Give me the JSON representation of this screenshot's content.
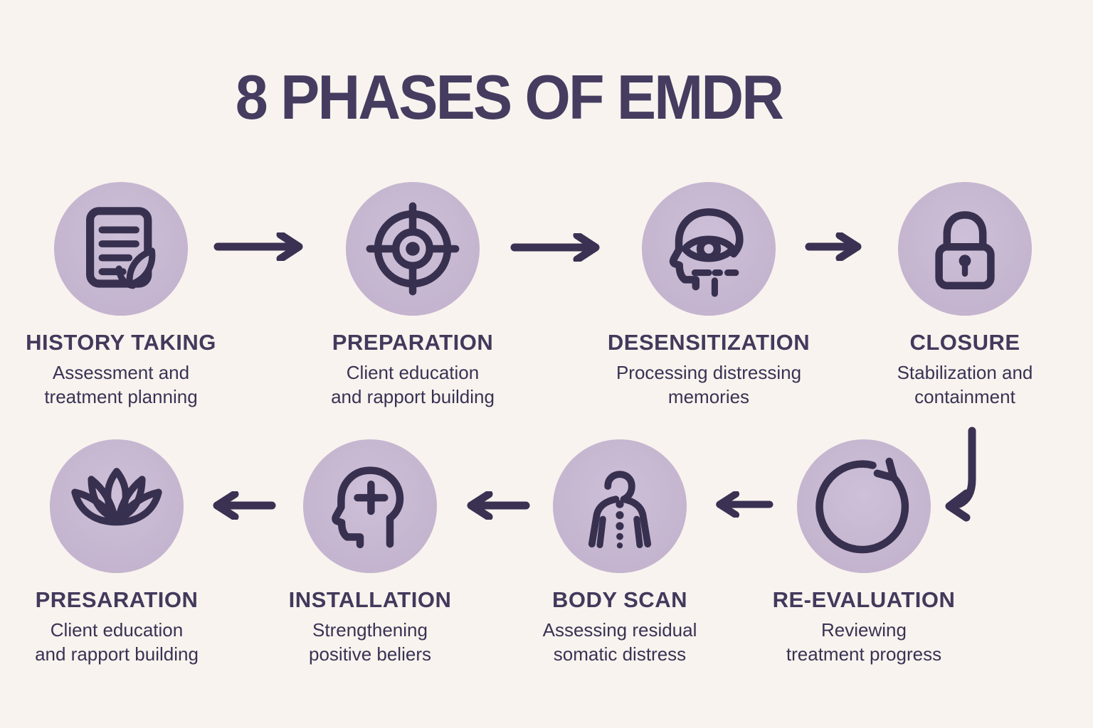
{
  "title": "8 PHASES OF EMDR",
  "colors": {
    "background": "#f8f3ee",
    "circle_fill": "#c6b8d0",
    "icon_ink": "#38304f",
    "heading": "#43395c",
    "subtitle": "#3a3254"
  },
  "phases": [
    {
      "order": 1,
      "label": "HISTORY TAKING",
      "desc1": "Assessment and",
      "desc2": "treatment planning",
      "icon": "document-check-icon"
    },
    {
      "order": 2,
      "label": "PREPARATION",
      "desc1": "Client education",
      "desc2": "and rapport building",
      "icon": "target-icon"
    },
    {
      "order": 3,
      "label": "DESENSITIZATION",
      "desc1": "Processing distressing",
      "desc2": "memories",
      "icon": "head-eye-icon"
    },
    {
      "order": 4,
      "label": "CLOSURE",
      "desc1": "Stabilization and",
      "desc2": "containment",
      "icon": "padlock-icon"
    },
    {
      "order": 5,
      "label": "RE-EVALUATION",
      "desc1": "Reviewing",
      "desc2": "treatment progress",
      "icon": "cycle-arrow-icon"
    },
    {
      "order": 6,
      "label": "BODY SCAN",
      "desc1": "Assessing residual",
      "desc2": "somatic distress",
      "icon": "body-scan-icon"
    },
    {
      "order": 7,
      "label": "INSTALLATION",
      "desc1": "Strengthening",
      "desc2": "positive beliers",
      "icon": "head-plus-icon"
    },
    {
      "order": 8,
      "label": "PRESARATION",
      "desc1": "Client education",
      "desc2": "and rapport building",
      "icon": "lotus-icon"
    }
  ],
  "connectors": [
    "arrow-right",
    "arrow-right",
    "arrow-right",
    "arrow-down-left-curved",
    "arrow-left",
    "arrow-left",
    "arrow-left"
  ],
  "flow": {
    "row1_direction": "left-to-right",
    "row2_direction": "right-to-left"
  }
}
